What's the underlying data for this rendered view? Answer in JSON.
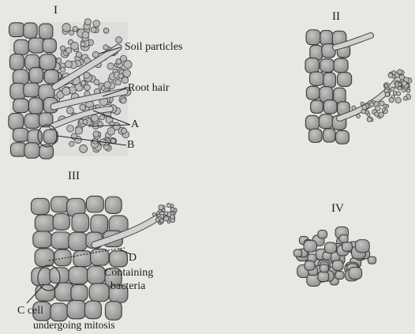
{
  "panels": {
    "p1": {
      "numeral": "I",
      "soil": "Soil particles",
      "hair": "Root hair",
      "a": "A",
      "b": "B"
    },
    "p2": {
      "numeral": "II"
    },
    "p3": {
      "numeral": "III",
      "d": "D",
      "containing_line1": "Containing",
      "containing_line2": "bacteria",
      "c_line1": "C cell",
      "c_line2": "undergoing mitosis"
    },
    "p4": {
      "numeral": "IV"
    }
  },
  "colors": {
    "cell_fill": "#a7a7a5",
    "cell_stroke": "#3a3a3a",
    "background": "#e9e7e3",
    "text": "#1c1c1c"
  }
}
